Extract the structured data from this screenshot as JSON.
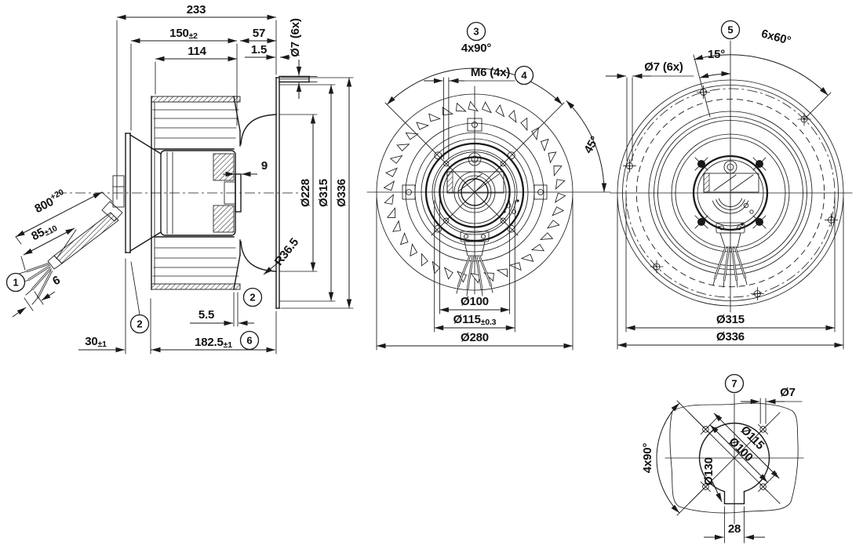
{
  "meta": {
    "background": "#ffffff",
    "ink": "#1a1a1a"
  },
  "side_view": {
    "overall": "233",
    "d150": {
      "base": "150",
      "tol": "±2"
    },
    "d114": "114",
    "d57": "57",
    "d1_5": "1.5",
    "hole_tab": "Ø7 (6x)",
    "d9": "9",
    "dia228": "Ø228",
    "dia315": "Ø315",
    "dia336": "Ø336",
    "radius": "R36.5",
    "cable": {
      "base": "800",
      "tol": "+20"
    },
    "wires": {
      "base": "85",
      "tol": "±10"
    },
    "strip": "6",
    "d30": {
      "base": "30",
      "tol": "±1"
    },
    "d5_5": "5.5",
    "d182": {
      "base": "182.5",
      "tol": "±1"
    },
    "c1": "1",
    "c2": "2",
    "c6": "6"
  },
  "front_view": {
    "c3": "3",
    "c4": "4",
    "angle_pattern": "4x90°",
    "thread": "M6 (4x)",
    "angle45": "45°",
    "dia100": "Ø100",
    "dia115": {
      "base": "Ø115",
      "tol": "±0.3"
    },
    "dia280": "Ø280"
  },
  "rear_view": {
    "c5": "5",
    "angle_pattern": "6x60°",
    "angle15": "15°",
    "hole": "Ø7 (6x)",
    "dia315": "Ø315",
    "dia336": "Ø336"
  },
  "cutout_view": {
    "c7": "7",
    "hole": "Ø7",
    "angle_pattern": "4x90°",
    "dia115": "Ø115",
    "dia100": "Ø100",
    "dia130": "Ø130",
    "d28": "28"
  }
}
